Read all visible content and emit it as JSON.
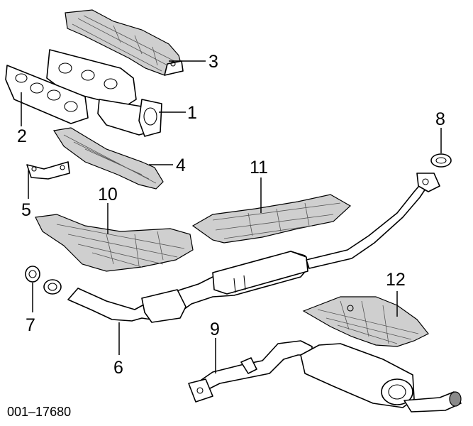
{
  "diagram": {
    "reference_code": "001–17680",
    "callouts": {
      "c1": "1",
      "c2": "2",
      "c3": "3",
      "c4": "4",
      "c5": "5",
      "c6": "6",
      "c7": "7",
      "c8": "8",
      "c9": "9",
      "c10": "10",
      "c11": "11",
      "c12": "12"
    }
  }
}
